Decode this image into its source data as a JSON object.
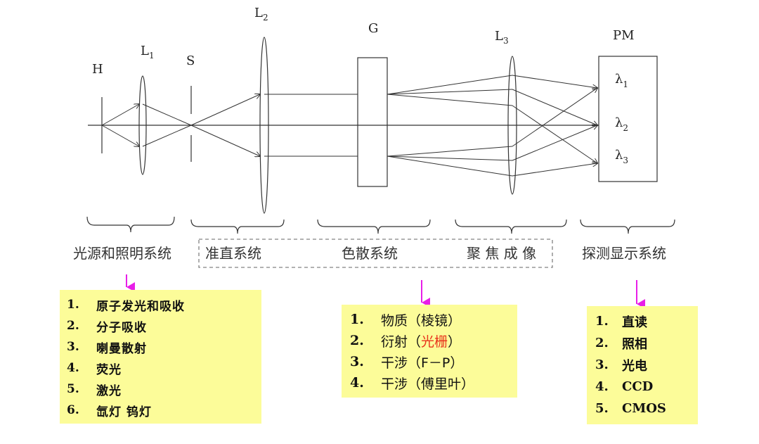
{
  "labels": {
    "H": "H",
    "L1": "L",
    "L1_sub": "1",
    "S": "S",
    "L2": "L",
    "L2_sub": "2",
    "G": "G",
    "L3": "L",
    "L3_sub": "3",
    "PM": "PM",
    "lambda1": "λ",
    "lambda1_sub": "1",
    "lambda2": "λ",
    "lambda2_sub": "2",
    "lambda3": "λ",
    "lambda3_sub": "3"
  },
  "captions": {
    "source": "光源和照明系统",
    "collimation": "准直系统",
    "dispersion": "色散系统",
    "focusing": "聚 焦 成 像",
    "detection": "探测显示系统"
  },
  "source_box": {
    "items": [
      {
        "num": "1.",
        "text": "原子发光和吸收"
      },
      {
        "num": "2.",
        "text": "分子吸收"
      },
      {
        "num": "3.",
        "text": "喇曼散射"
      },
      {
        "num": "4.",
        "text": "荧光"
      },
      {
        "num": "5.",
        "text": "激光"
      },
      {
        "num": "6.",
        "text": "氙灯 钨灯"
      }
    ]
  },
  "dispersion_box": {
    "items": [
      {
        "num": "1.",
        "text": "物质（棱镜）"
      },
      {
        "num": "2.",
        "pre": "衍射（",
        "highlight": "光栅",
        "post": "）"
      },
      {
        "num": "3.",
        "text": "干涉（F－P）"
      },
      {
        "num": "4.",
        "text": "干涉（傅里叶）"
      }
    ]
  },
  "detection_box": {
    "items": [
      {
        "num": "1.",
        "text": "直读"
      },
      {
        "num": "2.",
        "text": "照相"
      },
      {
        "num": "3.",
        "text": "光电"
      },
      {
        "num": "4.",
        "text": "CCD"
      },
      {
        "num": "5.",
        "text": "CMOS"
      }
    ]
  },
  "colors": {
    "arrow": "#e81ee8",
    "box_fill": "#fcfc99",
    "highlight": "#e8341c",
    "line": "#333333"
  }
}
